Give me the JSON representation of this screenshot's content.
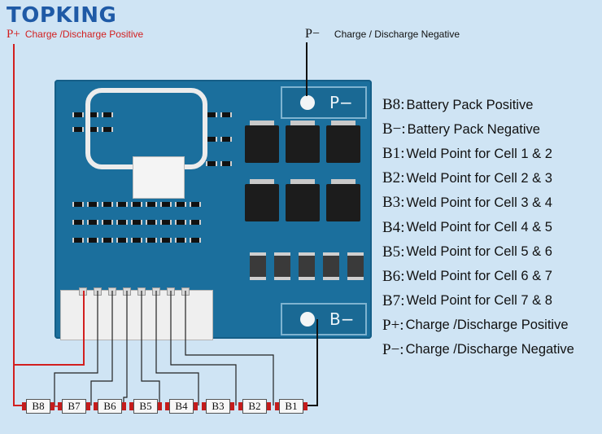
{
  "brand": "TOPKING",
  "top_labels": {
    "positive_symbol": "P+",
    "positive_text": "Charge /Discharge Positive",
    "negative_symbol": "P−",
    "negative_text": "Charge / Discharge Negative"
  },
  "board": {
    "pad_top": "P−",
    "pad_bottom": "B−"
  },
  "chain_labels": [
    "B8",
    "B7",
    "B6",
    "B5",
    "B4",
    "B3",
    "B2",
    "B1"
  ],
  "legend": [
    {
      "key": "B8",
      "sep": ":",
      "text": "Battery Pack Positive"
    },
    {
      "key": "B−",
      "sep": ":",
      "text": "Battery Pack Negative"
    },
    {
      "key": "B1",
      "sep": ":",
      "text": "Weld Point for Cell 1 & 2"
    },
    {
      "key": "B2",
      "sep": ":",
      "text": "Weld Point for Cell 2 & 3"
    },
    {
      "key": "B3",
      "sep": ":",
      "text": "Weld Point for Cell 3 & 4"
    },
    {
      "key": "B4",
      "sep": ":",
      "text": "Weld Point for Cell 4 & 5"
    },
    {
      "key": "B5",
      "sep": ":",
      "text": "Weld Point for Cell 5 & 6"
    },
    {
      "key": "B6",
      "sep": ":",
      "text": "Weld Point for Cell 6 & 7"
    },
    {
      "key": "B7",
      "sep": ":",
      "text": "Weld Point for Cell 7 & 8"
    },
    {
      "key": "P+",
      "sep": ":",
      "text": "Charge /Discharge Positive"
    },
    {
      "key": "P−",
      "sep": ":",
      "text": "Charge /Discharge Negative"
    }
  ],
  "colors": {
    "pcb": "#1b6f9d",
    "background": "#cfe4f4",
    "positive_wire": "#d21f1f",
    "negative_wire": "#111111",
    "brand": "#1f5aa6"
  }
}
